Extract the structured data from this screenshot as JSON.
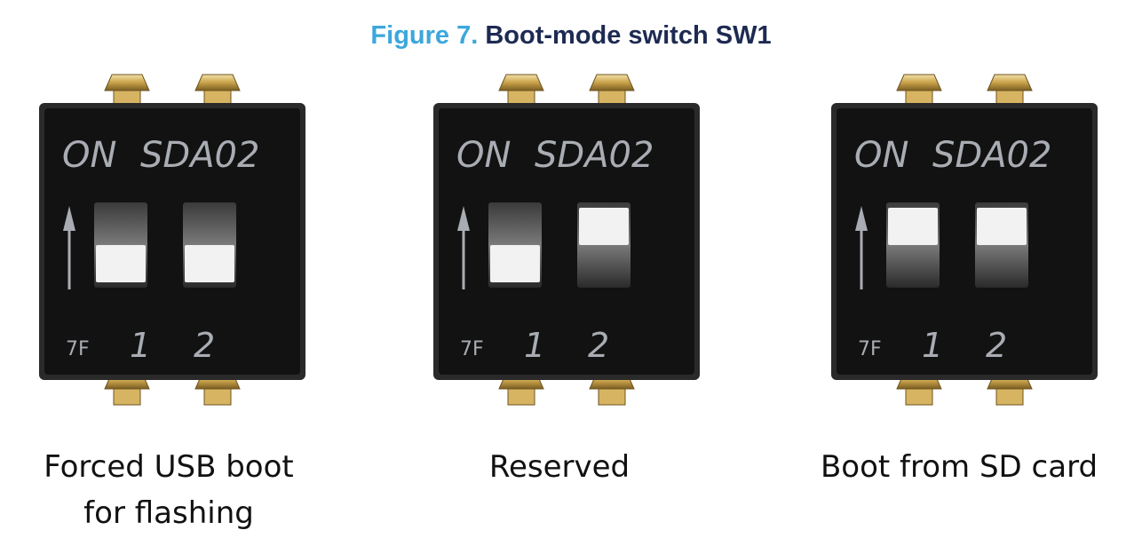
{
  "figure": {
    "number": "Figure 7.",
    "title": "Boot-mode switch SW1"
  },
  "switch_marking": {
    "on_label": "ON",
    "part_label": "SDA02",
    "code_label": "7F",
    "pos1_label": "1",
    "pos2_label": "2"
  },
  "switches": [
    {
      "positions": [
        "down",
        "down"
      ],
      "caption_lines": [
        "Forced USB boot",
        "for flashing"
      ]
    },
    {
      "positions": [
        "down",
        "up"
      ],
      "caption_lines": [
        "Reserved"
      ]
    },
    {
      "positions": [
        "up",
        "up"
      ],
      "caption_lines": [
        "Boot from SD card"
      ]
    }
  ],
  "colors": {
    "figure_number": "#3ca7dc",
    "figure_title": "#1d2a52",
    "switch_body": "#121212",
    "marking": "#a9adb3",
    "knob": "#f2f2f2",
    "pin": "#c9a24a"
  }
}
